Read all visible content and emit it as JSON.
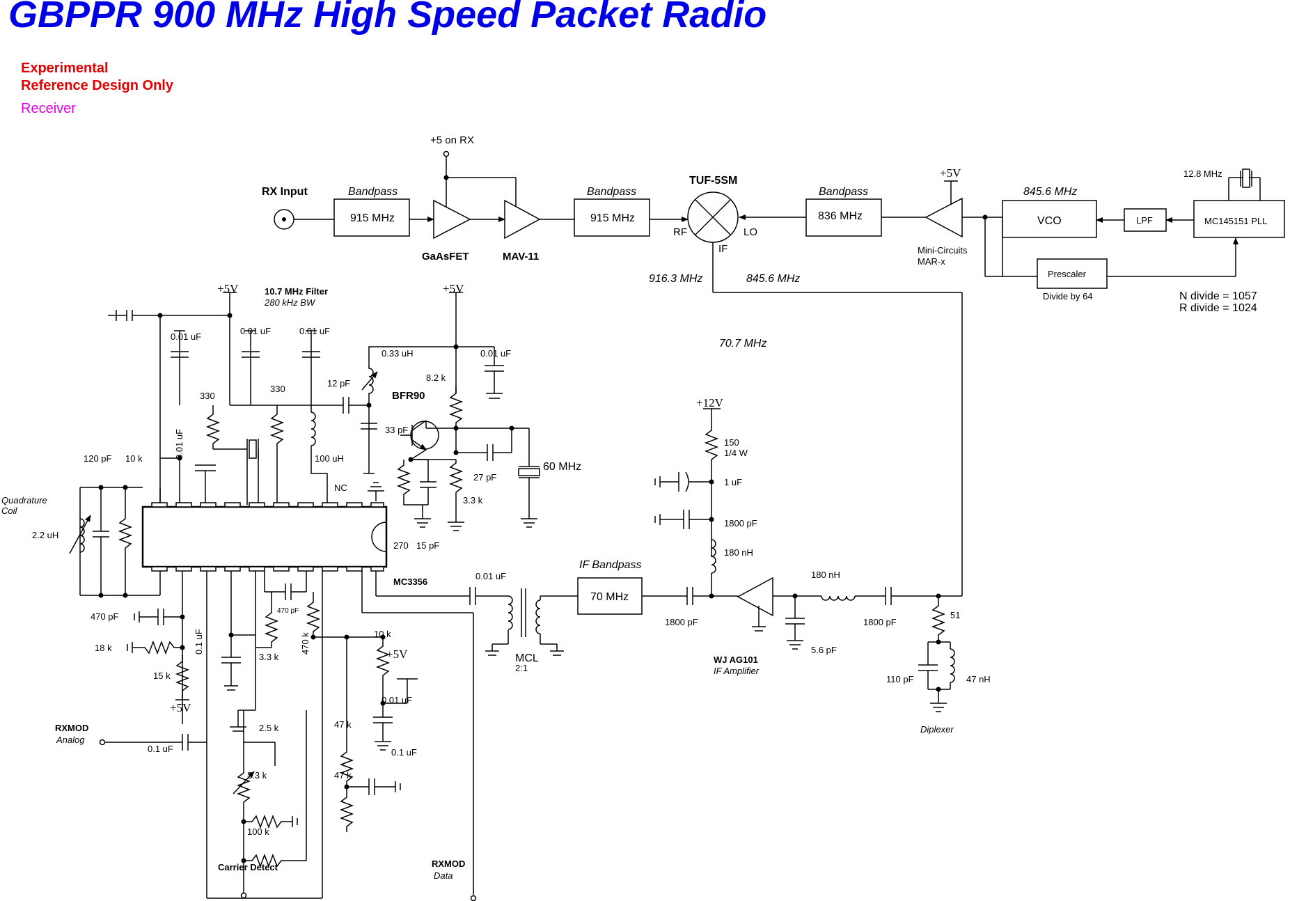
{
  "title": "GBPPR 900 MHz High Speed Packet Radio",
  "notes": [
    "Experimental",
    "Reference Design Only"
  ],
  "subtitle": "Receiver",
  "colors": {
    "title": "#0000e6",
    "notes": "#e00000",
    "subtitle": "#e000e0"
  },
  "rx_chain": {
    "plus5_on_rx": "+5 on RX",
    "rx_input": "RX Input",
    "bandpass": "Bandpass",
    "bp1_freq": "915 MHz",
    "gaasfet": "GaAsFET",
    "mav11": "MAV-11",
    "bp2_freq": "915 MHz",
    "mixer": "TUF-5SM",
    "rf": "RF",
    "lo": "LO",
    "if": "IF",
    "rf_freq": "916.3 MHz",
    "lo_freq": "845.6 MHz",
    "if_freq": "70.7 MHz"
  },
  "lo_chain": {
    "bp3_freq": "836 MHz",
    "plus5": "+5V",
    "amp_line1": "Mini-Circuits",
    "amp_line2": "MAR-x",
    "vco_freq": "845.6 MHz",
    "vco": "VCO",
    "lpf": "LPF",
    "pll": "MC145151 PLL",
    "xtal": "12.8 MHz",
    "prescaler": "Prescaler",
    "divide_by": "Divide by 64",
    "n_divide": "N divide = 1057",
    "r_divide": "R divide = 1024"
  },
  "if_strip": {
    "filter_title": "10.7 MHz Filter",
    "filter_bw": "280 kHz BW",
    "plus5a": "+5V",
    "plus5b": "+5V",
    "c001a": "0.01 uF",
    "c001b": "0.01 uF",
    "c001c": "0.01 uF",
    "c001d": "0.01 uF",
    "r330a": "330",
    "r330b": "330",
    "c12p": "12 pF",
    "l033": "0.33 uH",
    "r82k": "8.2 k",
    "bfr90": "BFR90",
    "c33p": "33 pF",
    "l100u": "100 uH",
    "c001v": "0.01 uF",
    "c120p": "120 pF",
    "r10k": "10 k",
    "quad1": "Quadrature",
    "quad2": "Coil",
    "l22u": "2.2 uH",
    "nc": "NC",
    "c27p": "27 pF",
    "r33k": "3.3 k",
    "x60": "60 MHz",
    "r270": "270",
    "c15p": "15 pF",
    "ic": "MC3356"
  },
  "if_front": {
    "c001": "0.01 uF",
    "if_bp_label": "IF Bandpass",
    "if_bp": "70 MHz",
    "mcl": "MCL",
    "mcl_ratio": "2:1",
    "c1800a": "1800 pF",
    "plus12": "+12V",
    "r150": "150",
    "r150w": "1/4 W",
    "c1u": "1 uF",
    "c1800b": "1800 pF",
    "l180a": "180 nH",
    "amp1": "WJ AG101",
    "amp2": "IF Amplifier",
    "c56p": "5.6 pF",
    "l180b": "180 nH",
    "c1800c": "1800 pF",
    "r51": "51",
    "c110p": "110 pF",
    "l47n": "47 nH",
    "diplexer": "Diplexer"
  },
  "bottom": {
    "c470p": "470 pF",
    "r18k": "18 k",
    "r15k": "15 k",
    "plus5": "+5V",
    "c01u": "0.1 uF",
    "c470p_small": "470 pF",
    "r33k": "3.3 k",
    "r470k": "470 k",
    "r10k": "10 k",
    "plus5b": "+5V",
    "c001": "0.01 uF",
    "rxmod": "RXMOD",
    "analog": "Analog",
    "c01u_b": "0.1 uF",
    "pot": "2.5 k",
    "r33k_b": "3.3 k",
    "r100k": "100 k",
    "cd": "Carrier Detect",
    "r47k_a": "47 k",
    "r47k_b": "47 k",
    "c01u_c": "0.1 uF",
    "rxmod_d": "RXMOD",
    "data": "Data"
  }
}
